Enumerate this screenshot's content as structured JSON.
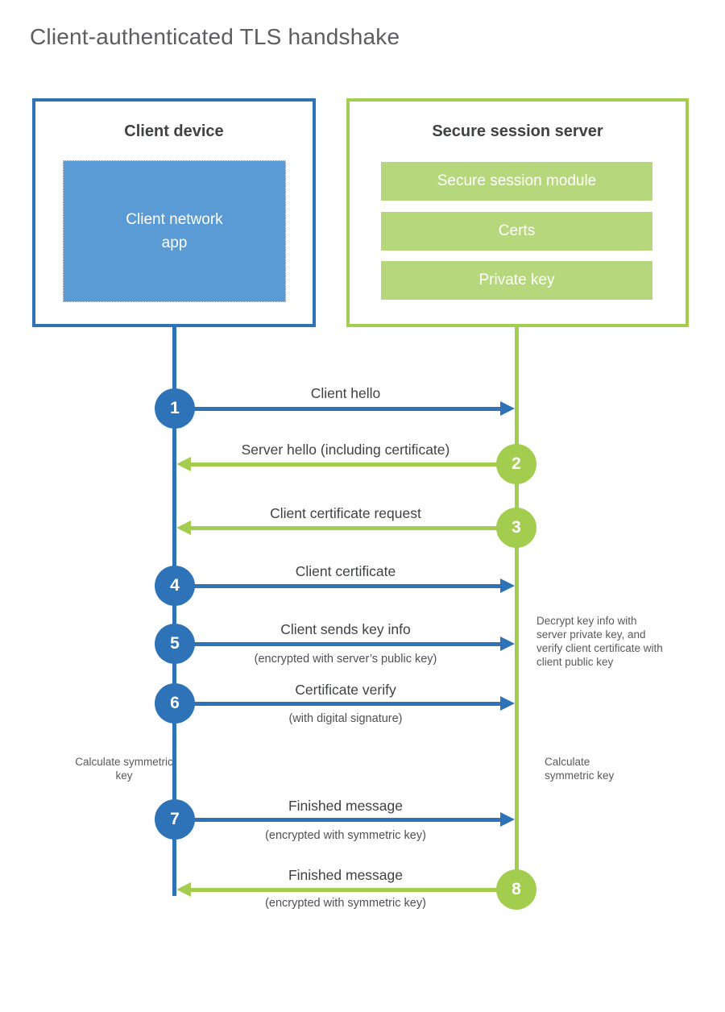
{
  "title": "Client-authenticated TLS handshake",
  "colors": {
    "blue": "#2e73b8",
    "blue_light": "#5b9bd5",
    "green": "#a2cd4e",
    "green_light": "#b6d77c"
  },
  "client_box": {
    "title": "Client device",
    "app": "Client network app"
  },
  "server_box": {
    "title": "Secure session server",
    "modules": [
      "Secure session module",
      "Certs",
      "Private key"
    ]
  },
  "steps": [
    {
      "num": "1",
      "direction": "client-to-server",
      "label": "Client hello",
      "sublabel": ""
    },
    {
      "num": "2",
      "direction": "server-to-client",
      "label": "Server hello (including certificate)",
      "sublabel": ""
    },
    {
      "num": "3",
      "direction": "server-to-client",
      "label": "Client certificate request",
      "sublabel": ""
    },
    {
      "num": "4",
      "direction": "client-to-server",
      "label": "Client certificate",
      "sublabel": ""
    },
    {
      "num": "5",
      "direction": "client-to-server",
      "label": "Client sends key info",
      "sublabel": "(encrypted with server’s public key)"
    },
    {
      "num": "6",
      "direction": "client-to-server",
      "label": "Certificate verify",
      "sublabel": "(with digital signature)"
    },
    {
      "num": "7",
      "direction": "client-to-server",
      "label": "Finished message",
      "sublabel": "(encrypted with symmetric key)"
    },
    {
      "num": "8",
      "direction": "server-to-client",
      "label": "Finished message",
      "sublabel": "(encrypted with symmetric key)"
    }
  ],
  "annotations": {
    "server_note": "Decrypt key info with server private key, and verify client certificate with client public key",
    "client_calc": "Calculate symmetric key",
    "server_calc": "Calculate symmetric key"
  }
}
